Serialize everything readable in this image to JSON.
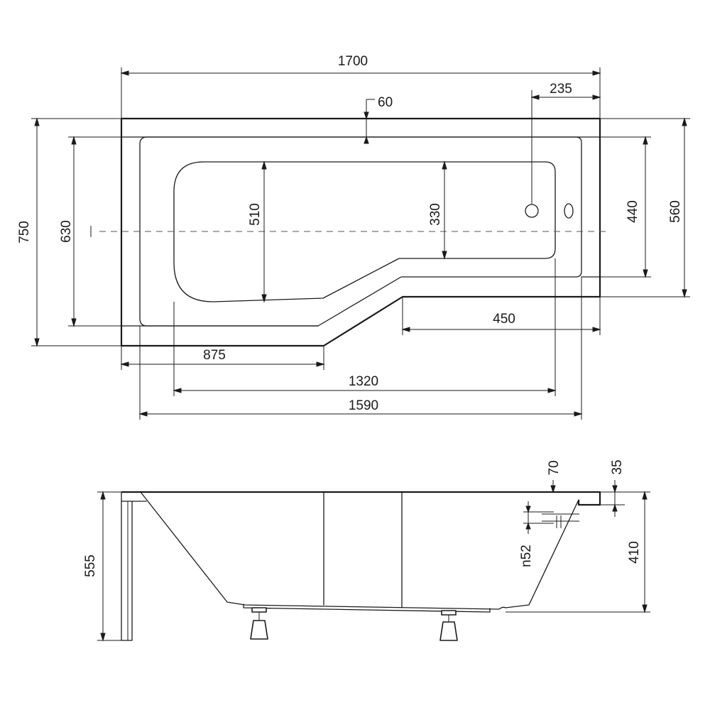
{
  "plan_view": {
    "dimensions": {
      "overall_length": "1700",
      "valve_offset": "235",
      "rim_width": "60",
      "overall_width": "750",
      "inner_width": "630",
      "basin_width_left": "510",
      "basin_width_right": "330",
      "right_inner_width": "440",
      "right_outer_width": "560",
      "right_section_length": "450",
      "skirt_length": "875",
      "basin_length": "1320",
      "inner_length": "1590"
    }
  },
  "side_view": {
    "dimensions": {
      "rim_thickness": "70",
      "ledge_height": "35",
      "overflow_diameter": "n52",
      "total_height": "555",
      "tub_depth": "410"
    }
  }
}
